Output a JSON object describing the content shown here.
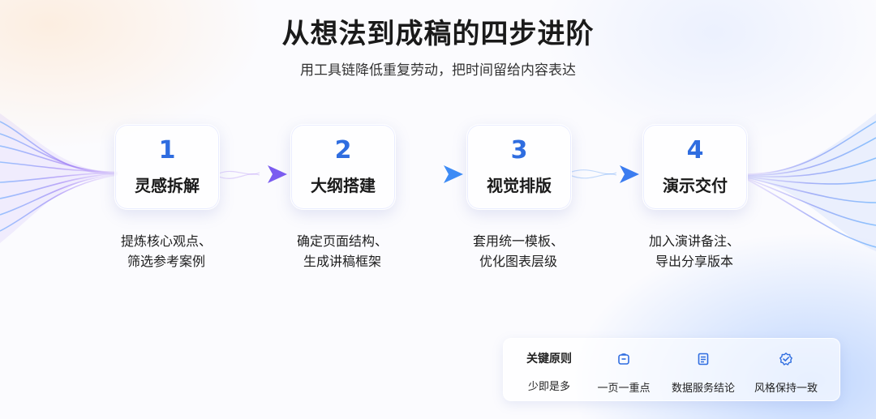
{
  "title": "从想法到成稿的四步进阶",
  "subtitle": "用工具链降低重复劳动，把时间留给内容表达",
  "steps": [
    {
      "number": "1",
      "name": "灵感拆解",
      "desc_line1": "提炼核心观点、",
      "desc_line2": "筛选参考案例"
    },
    {
      "number": "2",
      "name": "大纲搭建",
      "desc_line1": "确定页面结构、",
      "desc_line2": "生成讲稿框架"
    },
    {
      "number": "3",
      "name": "视觉排版",
      "desc_line1": "套用统一模板、",
      "desc_line2": "优化图表层级"
    },
    {
      "number": "4",
      "name": "演示交付",
      "desc_line1": "加入演讲备注、",
      "desc_line2": "导出分享版本"
    }
  ],
  "principles": {
    "heading": "关键原则",
    "items": [
      {
        "label": "少即是多"
      },
      {
        "label": "一页一重点",
        "icon": "bag-icon"
      },
      {
        "label": "数据服务结论",
        "icon": "document-icon"
      },
      {
        "label": "风格保持一致",
        "icon": "check-badge-icon"
      }
    ]
  },
  "colors": {
    "accent_blue": "#2f6de0",
    "arrow_purple": "#7b5cf0",
    "arrow_blue": "#3d8bf5",
    "wave_purple": "#8f6ff5",
    "wave_blue": "#4aa3ff"
  }
}
